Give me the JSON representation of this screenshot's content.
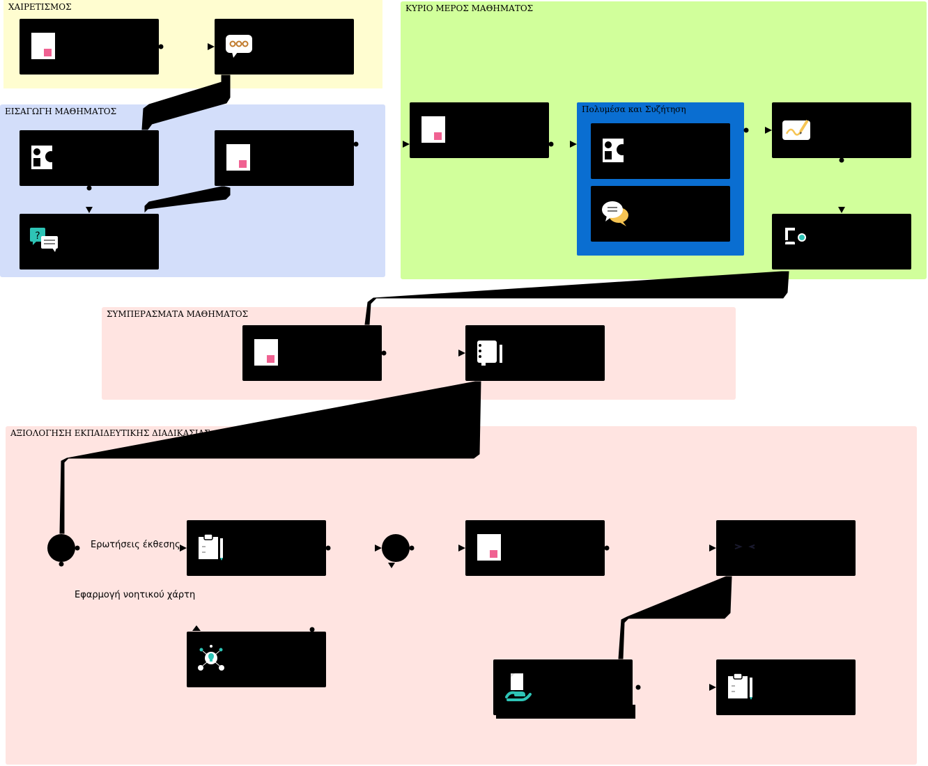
{
  "lanes": {
    "greeting": "ΧΑΙΡΕΤΙΣΜΟΣ",
    "intro": "ΕΙΣΑΓΩΓΗ ΜΑΘΗΜΑΤΟΣ",
    "main": "ΚΥΡΙΟ ΜΕΡΟΣ ΜΑΘΗΜΑΤΟΣ",
    "multimedia": "Πολυμέσα και Συζήτηση",
    "conclusions": "ΣΥΜΠΕΡΑΣΜΑΤΑ ΜΑΘΗΜΑΤΟΣ",
    "evaluation": "ΑΞΙΟΛΟΓΗΣΗ ΕΚΠΑΙΔΕΥΤΙΚΗΣ ΔΙΑΔΙΚΑΣΙΑΣ"
  },
  "branch_labels": {
    "questions": "Ερωτήσεις έκθεσης",
    "mindmap": "Εφαρμογή νοητικού χάρτη"
  },
  "colors": {
    "greeting_lane": "#fffdd0",
    "intro_lane": "#d3defa",
    "main_lane": "#d1ff9b",
    "multimedia_lane": "#0a6ed1",
    "conclusions_lane": "#ffe4e1",
    "evaluation_lane": "#ffe4e1",
    "activity": "#000000",
    "accent_pink": "#f06292",
    "accent_teal": "#2ec4b6",
    "accent_yellow": "#f6c453"
  },
  "icons": {
    "document": "document-icon",
    "chat": "chat-bubble-icon",
    "shapes": "shapes-icon",
    "qa": "question-answer-icon",
    "pen": "pen-draw-icon",
    "puzzle": "puzzle-icon",
    "notebook": "notebook-icon",
    "clipboard": "clipboard-icon",
    "idea": "lightbulb-network-icon",
    "code": "code-icon",
    "hand": "hand-document-icon"
  }
}
